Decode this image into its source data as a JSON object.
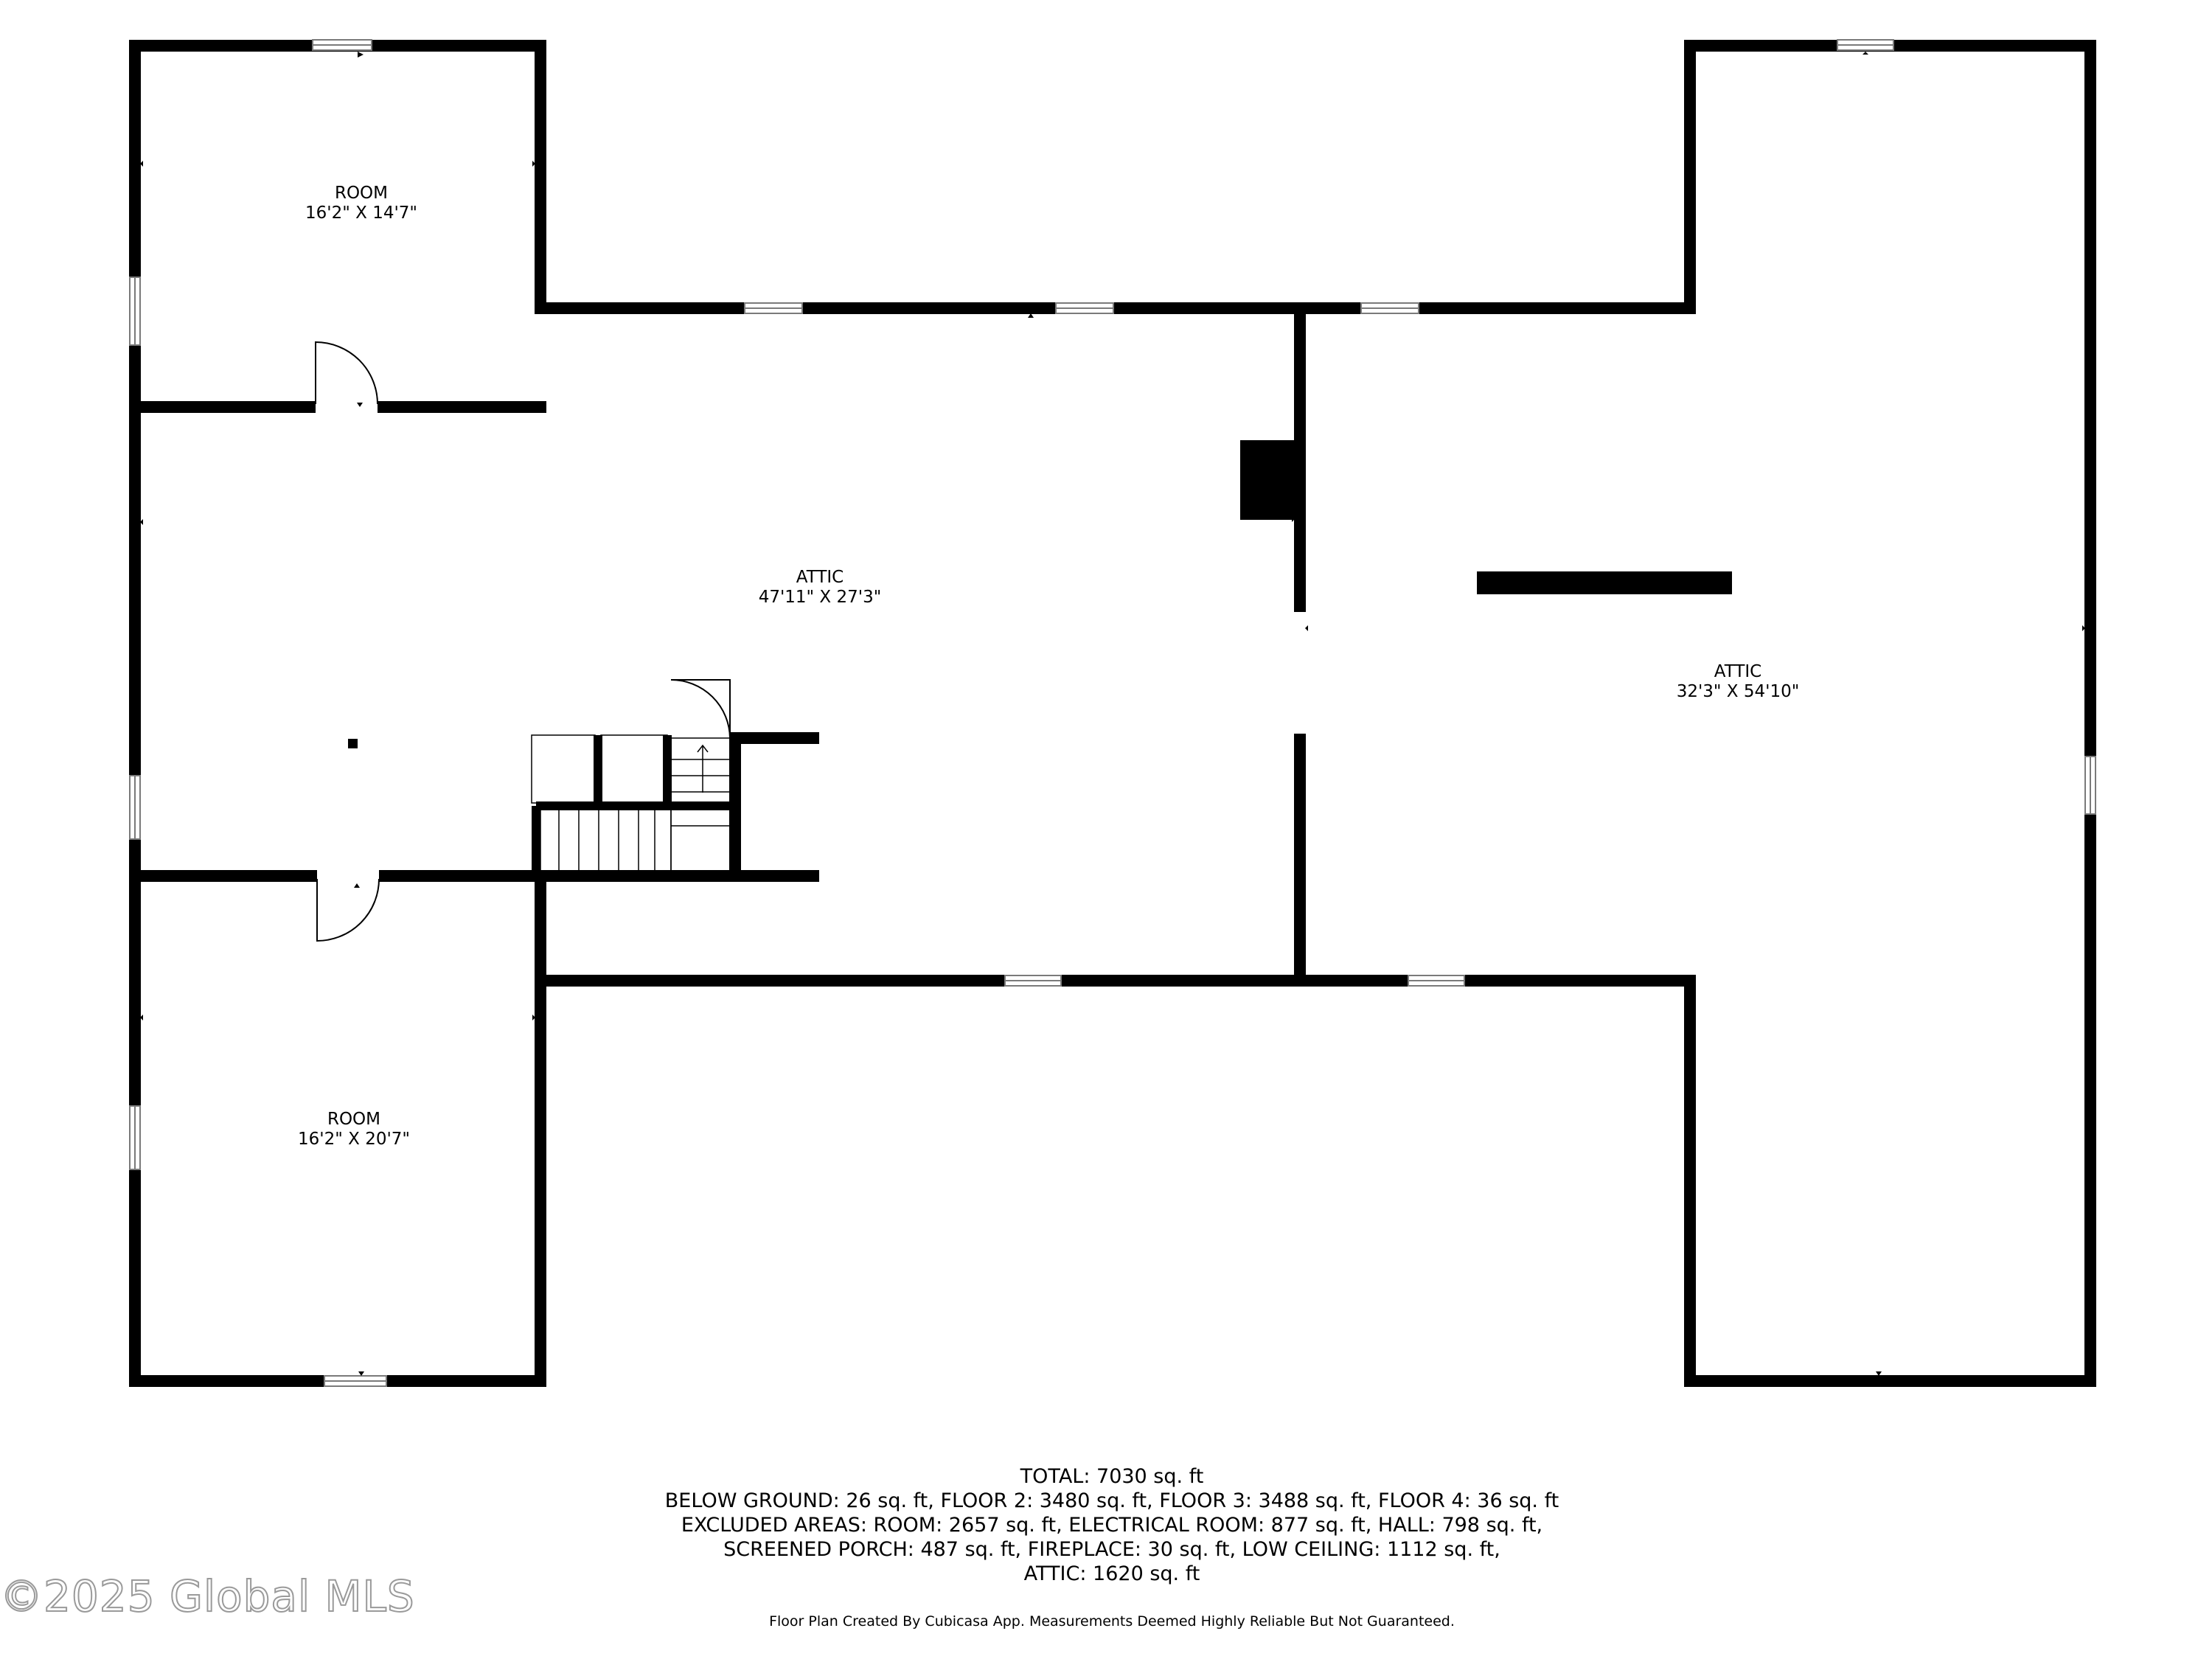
{
  "rooms": [
    {
      "name": "ROOM",
      "dims": "16'2\" X 14'7\""
    },
    {
      "name": "ATTIC",
      "dims": "47'11\" X 27'3\""
    },
    {
      "name": "ATTIC",
      "dims": "32'3\" X 54'10\""
    },
    {
      "name": "ROOM",
      "dims": "16'2\" X 20'7\""
    }
  ],
  "summary": {
    "total": "TOTAL: 7030 sq. ft",
    "line2": "BELOW GROUND: 26 sq. ft, FLOOR 2: 3480 sq. ft, FLOOR 3: 3488 sq. ft, FLOOR 4: 36 sq. ft",
    "line3": "EXCLUDED AREAS: ROOM: 2657 sq. ft, ELECTRICAL ROOM: 877 sq. ft, HALL: 798 sq. ft,",
    "line4": "SCREENED PORCH: 487 sq. ft, FIREPLACE: 30 sq. ft, LOW CEILING: 1112 sq. ft,",
    "line5": "ATTIC: 1620 sq. ft"
  },
  "disclaimer": "Floor Plan Created By Cubicasa App. Measurements Deemed Highly Reliable But Not Guaranteed.",
  "watermark": "©2025 Global MLS",
  "colors": {
    "wall": "#000000",
    "window_fill": "#ffffff",
    "window_stroke": "#7a7a7a"
  }
}
